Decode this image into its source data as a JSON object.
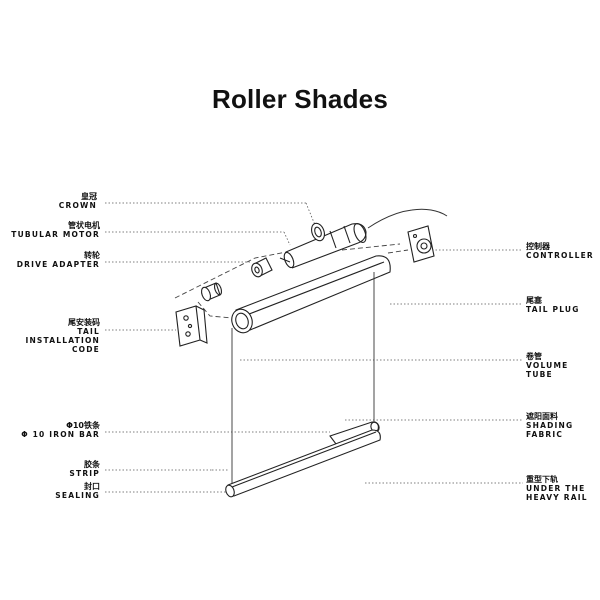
{
  "title": "Roller Shades",
  "labels": {
    "crown": {
      "zh": "皇冠",
      "en": [
        "CROWN"
      ]
    },
    "tubular_motor": {
      "zh": "管状电机",
      "en": [
        "TUBULAR MOTOR"
      ]
    },
    "drive_adapter": {
      "zh": "转轮",
      "en": [
        "DRIVE ADAPTER"
      ]
    },
    "tail_installation_code": {
      "zh": "尾安装码",
      "en": [
        "TAIL",
        "INSTALLATION",
        "CODE"
      ]
    },
    "iron_bar": {
      "zh": "Φ10铁条",
      "en": [
        "Φ 10 IRON BAR"
      ]
    },
    "strip": {
      "zh": "胶条",
      "en": [
        "STRIP"
      ]
    },
    "sealing": {
      "zh": "封口",
      "en": [
        "SEALING"
      ]
    },
    "controller": {
      "zh": "控制器",
      "en": [
        "CONTROLLER"
      ]
    },
    "tail_plug": {
      "zh": "尾塞",
      "en": [
        "TAIL PLUG"
      ]
    },
    "volume_tube": {
      "zh": "卷管",
      "en": [
        "VOLUME",
        "TUBE"
      ]
    },
    "shading_fabric": {
      "zh": "遮阳面料",
      "en": [
        "SHADING",
        "FABRIC"
      ]
    },
    "heavy_rail": {
      "zh": "重型下轨",
      "en": [
        "UNDER THE",
        "HEAVY RAIL"
      ]
    }
  }
}
